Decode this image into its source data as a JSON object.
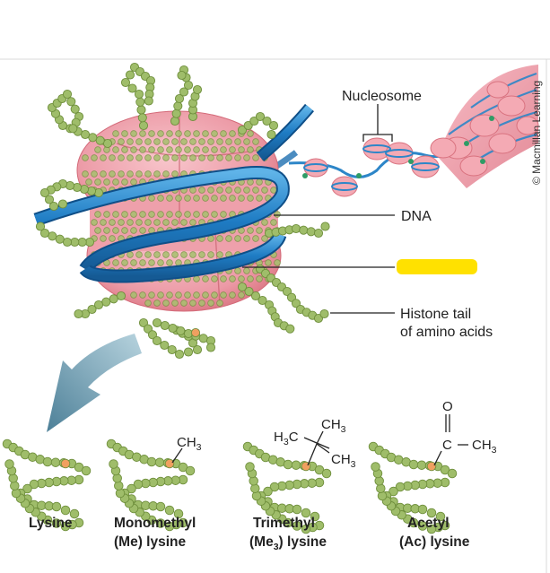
{
  "credit": "© Macmillan Learning",
  "labels": {
    "nucleosome": "Nucleosome",
    "dna": "DNA",
    "histone_line1": "Histone tail",
    "histone_line2": "of amino acids"
  },
  "chem": {
    "ch3": "CH",
    "ch3_sub": "3",
    "h3c_h": "H",
    "h3c_sub": "3",
    "h3c_c": "C",
    "c_atom": "C",
    "o_atom": "O",
    "acetyl_ch3": "CH",
    "acetyl_sub": "3"
  },
  "captions": {
    "lysine": "Lysine",
    "monomethyl_1": "Monomethyl",
    "monomethyl_2": "(Me) lysine",
    "trimethyl_1": "Trimethyl",
    "trimethyl_2a": "(Me",
    "trimethyl_2sub": "3",
    "trimethyl_2b": ") lysine",
    "acetyl_1": "Acetyl",
    "acetyl_2": "(Ac) lysine"
  },
  "colors": {
    "bead": "#9fbd6a",
    "bead_stroke": "#6f8f3c",
    "histone": "#ec9aa6",
    "dna": "#2d86c8",
    "highlight": "#ffe100",
    "arrow": "#5b8fa6",
    "lysine_mark": "#f0a060"
  }
}
